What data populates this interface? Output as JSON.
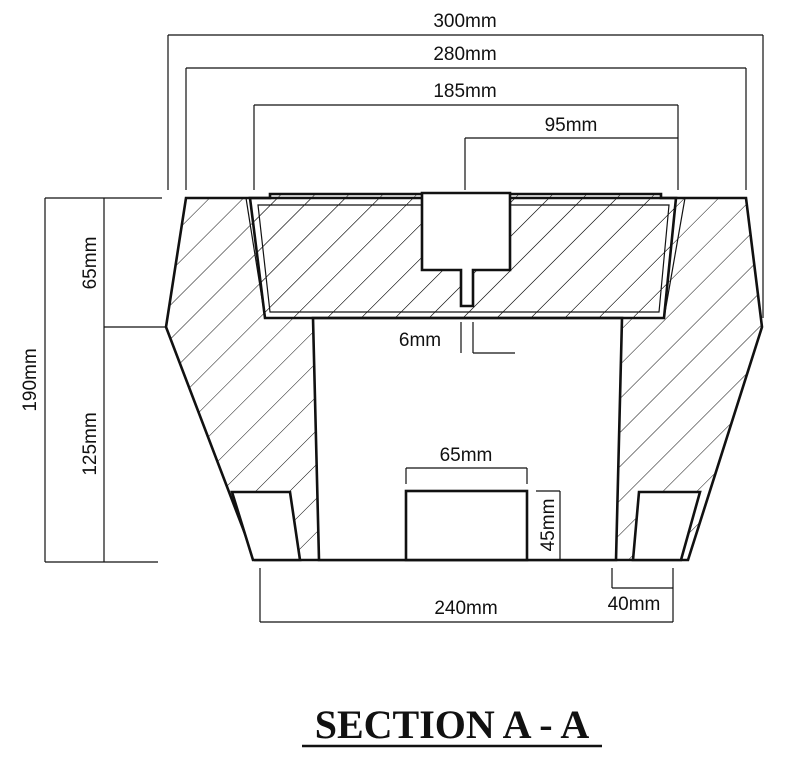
{
  "dimensions": {
    "overall_width": "300mm",
    "top_width": "280mm",
    "recess_width": "185mm",
    "half_recess": "95mm",
    "slot_gap": "6mm",
    "total_height": "190mm",
    "upper_height": "65mm",
    "lower_height": "125mm",
    "opening_width": "65mm",
    "opening_height": "45mm",
    "base_width": "240mm",
    "foot_width": "40mm"
  },
  "title": "SECTION A - A",
  "colors": {
    "line": "#111111",
    "background": "#ffffff"
  }
}
